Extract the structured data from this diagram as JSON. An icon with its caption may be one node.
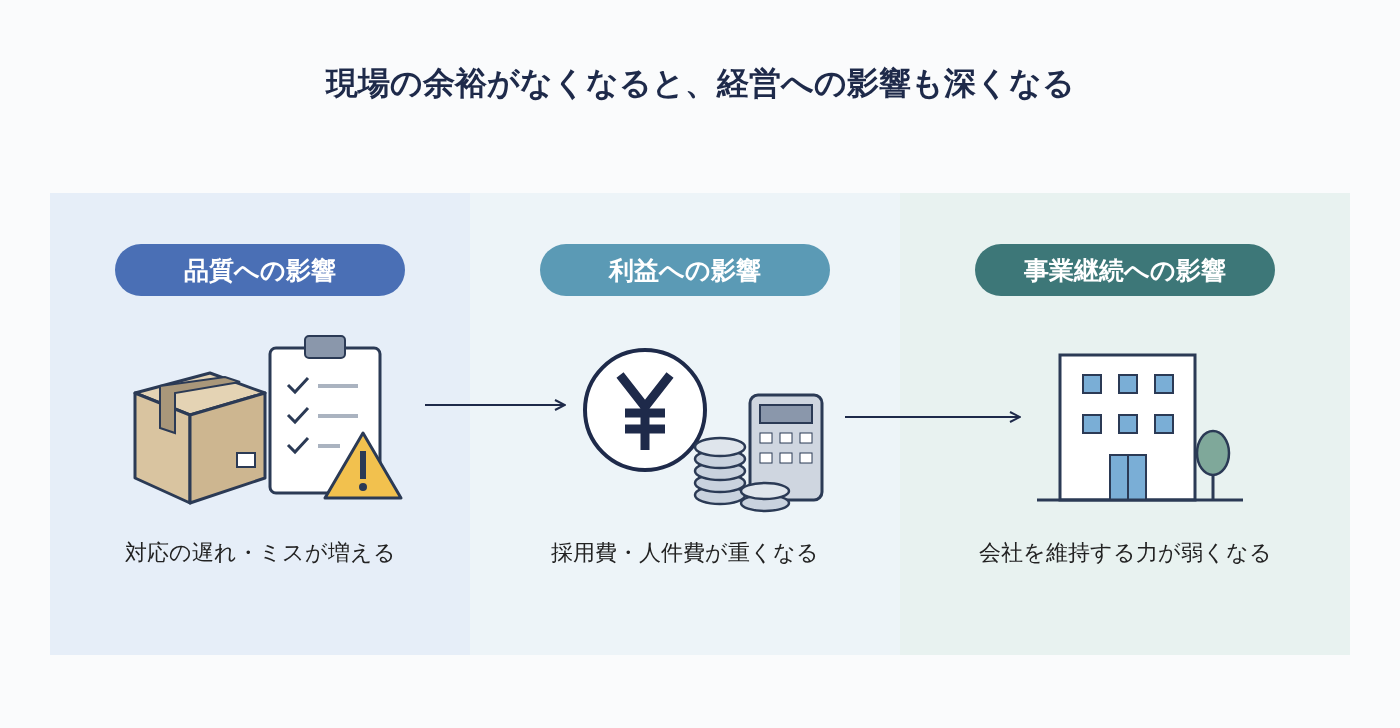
{
  "diagram": {
    "title": "現場の余裕がなくなると、経営への影響も深くなる",
    "nodes": [
      {
        "text": [
          "品質への影響",
          "対応の遅れ・ミスが増える"
        ]
      },
      {
        "text": [],
        "shape": "picture",
        "in": 0
      },
      {
        "text": [
          "利益への影響",
          "採用費・人件費が重くなる"
        ]
      },
      {
        "text": [],
        "shape": "picture",
        "in": 2
      },
      {
        "text": [
          "事業継続への影響",
          "会社を維持する力が弱くなる"
        ]
      },
      {
        "text": [],
        "shape": "picture",
        "in": 4
      }
    ],
    "edges": [
      {
        "from": 1,
        "to": 3,
        "arrow": "to"
      },
      {
        "from": 3,
        "to": 5,
        "arrow": "to"
      }
    ]
  }
}
